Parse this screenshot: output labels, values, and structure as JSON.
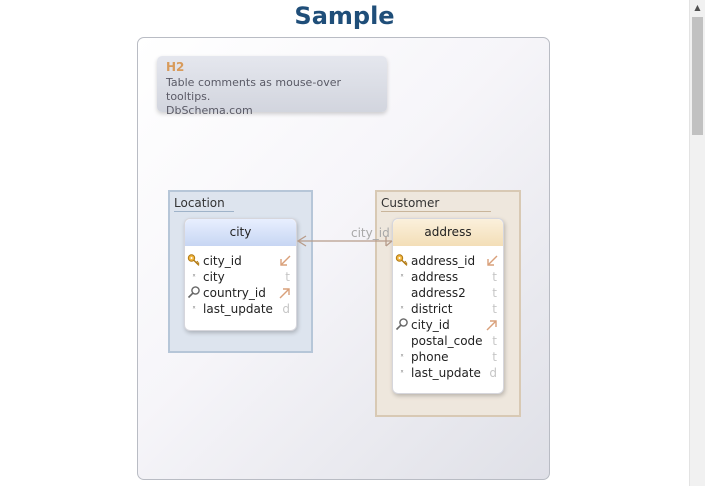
{
  "page": {
    "title": "Sample"
  },
  "note": {
    "heading": "H2",
    "lines": [
      "Table comments as mouse-over tooltips.",
      "DbSchema.com"
    ]
  },
  "groups": {
    "location": {
      "label": "Location"
    },
    "customer": {
      "label": "Customer"
    }
  },
  "tables": {
    "city": {
      "name": "city",
      "columns": [
        {
          "name": "city_id",
          "icon": "primary-key-icon",
          "type": "",
          "fk": "fk-in"
        },
        {
          "name": "city",
          "icon": "not-null-marker",
          "type": "t",
          "fk": ""
        },
        {
          "name": "country_id",
          "icon": "index-lookup-icon",
          "type": "",
          "fk": "fk-out"
        },
        {
          "name": "last_update",
          "icon": "not-null-marker",
          "type": "d",
          "fk": ""
        }
      ]
    },
    "address": {
      "name": "address",
      "columns": [
        {
          "name": "address_id",
          "icon": "primary-key-icon",
          "type": "",
          "fk": "fk-in"
        },
        {
          "name": "address",
          "icon": "not-null-marker",
          "type": "t",
          "fk": ""
        },
        {
          "name": "address2",
          "icon": "",
          "type": "t",
          "fk": ""
        },
        {
          "name": "district",
          "icon": "not-null-marker",
          "type": "t",
          "fk": ""
        },
        {
          "name": "city_id",
          "icon": "index-lookup-icon",
          "type": "",
          "fk": "fk-out"
        },
        {
          "name": "postal_code",
          "icon": "",
          "type": "t",
          "fk": ""
        },
        {
          "name": "phone",
          "icon": "not-null-marker",
          "type": "t",
          "fk": ""
        },
        {
          "name": "last_update",
          "icon": "not-null-marker",
          "type": "d",
          "fk": ""
        }
      ]
    }
  },
  "relation": {
    "label": "city_id"
  },
  "colors": {
    "title": "#1f4e79",
    "note_heading": "#d89b5b",
    "city_header": "#c7d6f3",
    "address_header": "#f3deb7",
    "relation_line": "#b79c8a"
  }
}
